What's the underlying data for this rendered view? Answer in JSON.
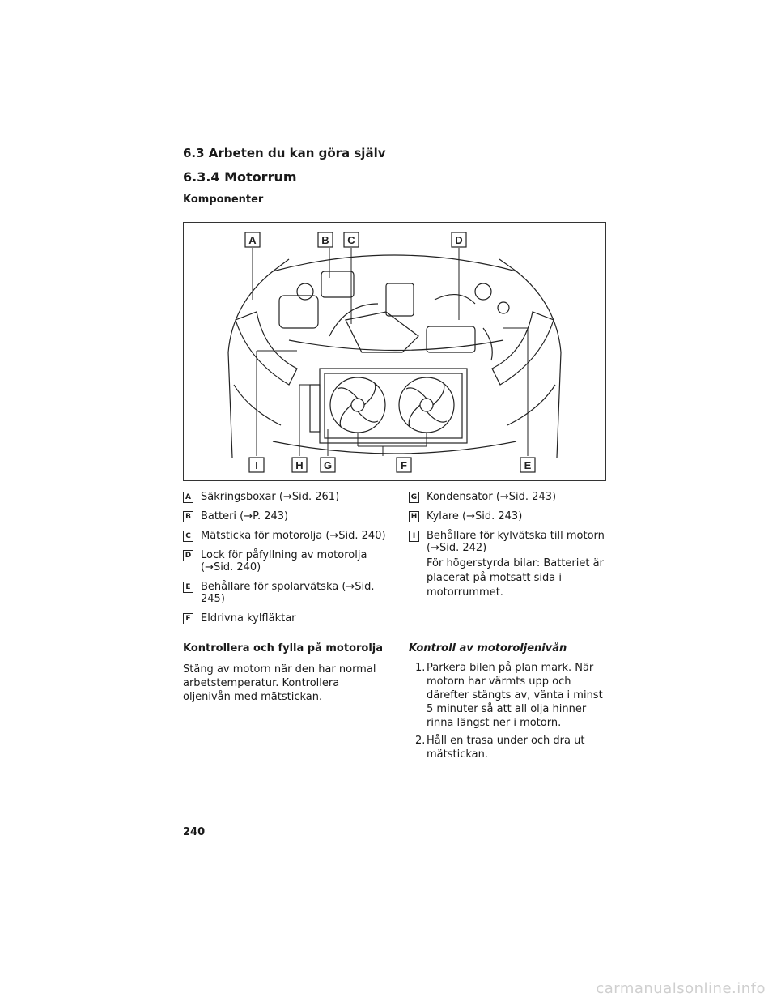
{
  "section_header": "6.3 Arbeten du kan göra själv",
  "title": "6.3.4 Motorrum",
  "subtitle": "Komponenter",
  "figure": {
    "callouts": {
      "A": "A",
      "B": "B",
      "C": "C",
      "D": "D",
      "E": "E",
      "F": "F",
      "G": "G",
      "H": "H",
      "I": "I"
    }
  },
  "legend_left": [
    {
      "letter": "A",
      "text": "Säkringsboxar (→Sid. 261)"
    },
    {
      "letter": "B",
      "text": "Batteri (→P. 243)"
    },
    {
      "letter": "C",
      "text": "Mätsticka för motorolja (→Sid. 240)"
    },
    {
      "letter": "D",
      "text": "Lock för påfyllning av motorolja (→Sid. 240)"
    },
    {
      "letter": "E",
      "text": "Behållare för spolarvätska (→Sid. 245)"
    },
    {
      "letter": "F",
      "text": "Eldrivna kylfläktar"
    }
  ],
  "legend_right": [
    {
      "letter": "G",
      "text": "Kondensator (→Sid. 243)"
    },
    {
      "letter": "H",
      "text": "Kylare (→Sid. 243)"
    },
    {
      "letter": "I",
      "text": "Behållare för kylvätska till motorn (→Sid. 242)"
    }
  ],
  "legend_note": "För högerstyrda bilar: Batteriet är placerat på motsatt sida i motorrummet.",
  "left_section": {
    "heading": "Kontrollera och fylla på motorolja",
    "body": "Stäng av motorn när den har normal arbetstemperatur. Kontrollera oljenivån med mätstickan."
  },
  "right_section": {
    "heading": "Kontroll av motoroljenivån",
    "steps": [
      {
        "num": "1.",
        "text": "Parkera bilen på plan mark. När motorn har värmts upp och därefter stängts av, vänta i minst 5 minuter så att all olja hinner rinna längst ner i motorn."
      },
      {
        "num": "2.",
        "text": "Håll en trasa under och dra ut mätstickan."
      }
    ]
  },
  "page_number": "240",
  "watermark": "carmanualsonline.info"
}
